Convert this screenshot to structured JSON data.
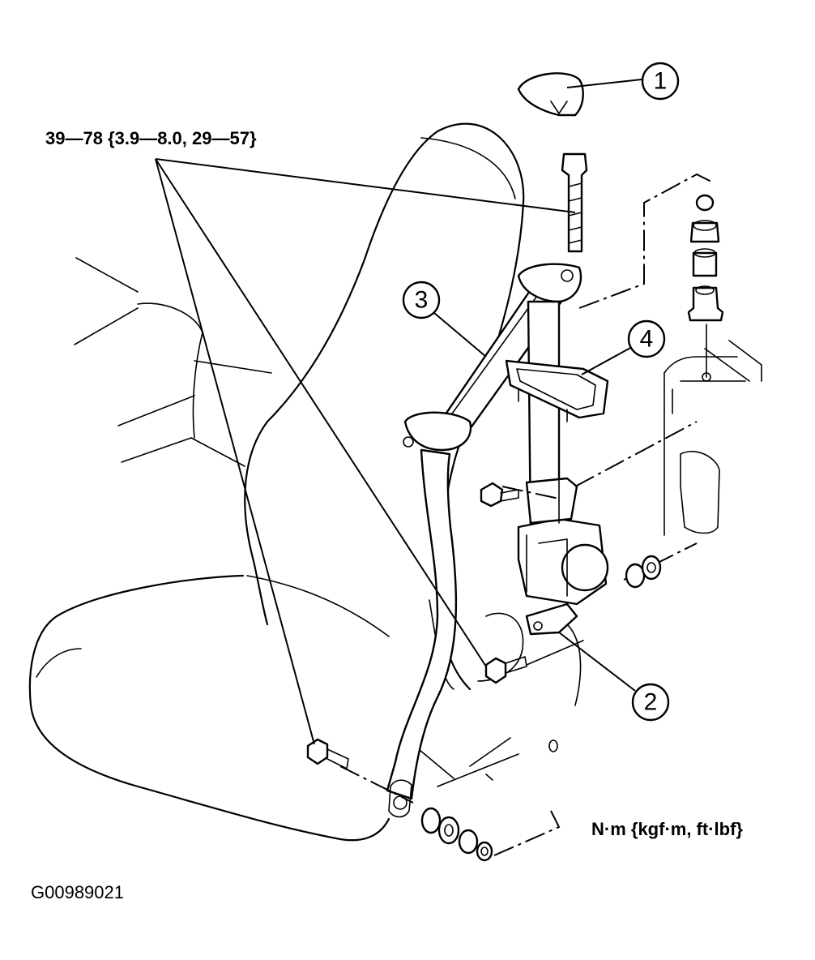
{
  "torque_spec": "39—78 {3.9—8.0, 29—57}",
  "units_label": "N·m {kgf·m, ft·lbf}",
  "figure_id": "G00989021",
  "callouts": [
    {
      "number": "1"
    },
    {
      "number": "2"
    },
    {
      "number": "3"
    },
    {
      "number": "4"
    }
  ]
}
